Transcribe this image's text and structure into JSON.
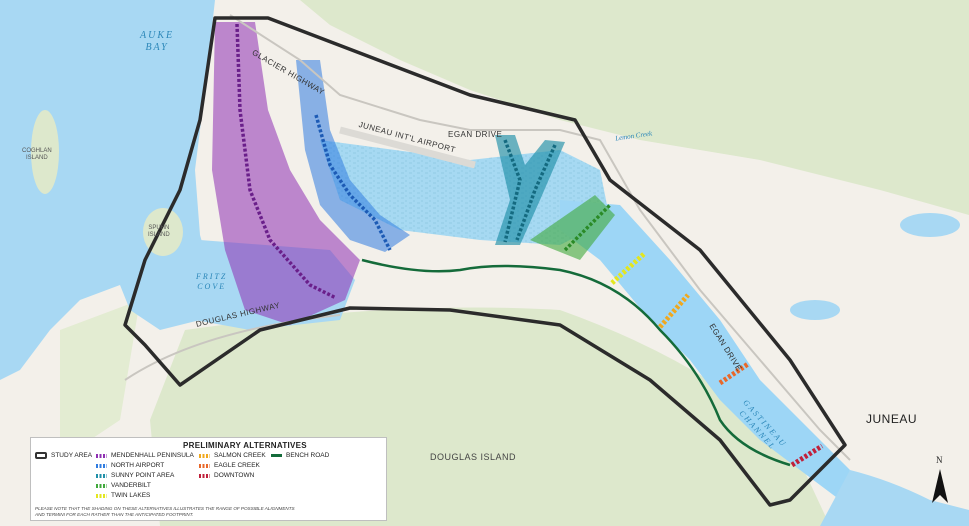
{
  "map": {
    "labels": {
      "auke_bay": "AUKE\nBAY",
      "coghlan_island": "COGHLAN\nISLAND",
      "spuhn_island": "SPUHN\nISLAND",
      "fritz_cove": "FRITZ\nCOVE",
      "glacier_highway": "GLACIER HIGHWAY",
      "juneau_airport": "JUNEAU INT'L AIRPORT",
      "egan_drive_top": "EGAN DRIVE",
      "egan_drive_side": "EGAN DRIVE",
      "lemon_creek": "Lemon Creek",
      "douglas_highway": "DOUGLAS HIGHWAY",
      "douglas_island": "DOUGLAS ISLAND",
      "gastineau_channel": "GASTINEAU\nCHANNEL",
      "juneau": "JUNEAU"
    },
    "legend": {
      "title": "PRELIMINARY ALTERNATIVES",
      "study_area": "STUDY AREA",
      "bench_road": "BENCH ROAD",
      "alternatives": [
        {
          "label": "MENDENHALL PENINSULA",
          "color": "#8e2fb2"
        },
        {
          "label": "NORTH AIRPORT",
          "color": "#2f7be0"
        },
        {
          "label": "SUNNY POINT AREA",
          "color": "#1f8fa8"
        },
        {
          "label": "VANDERBILT",
          "color": "#3fa83a"
        },
        {
          "label": "TWIN LAKES",
          "color": "#e3e61e"
        },
        {
          "label": "SALMON CREEK",
          "color": "#f0a81e"
        },
        {
          "label": "EAGLE CREEK",
          "color": "#e8682a"
        },
        {
          "label": "DOWNTOWN",
          "color": "#c0203a"
        }
      ],
      "note": "PLEASE NOTE THAT THE SHADING ON THESE ALTERNATIVES ILLUSTRATES THE RANGE OF POSSIBLE ALIGNMENTS\nAND TERMINI FOR EACH RATHER THAN THE ANTICIPATED FOOTPRINT."
    },
    "north_label": "N",
    "colors": {
      "water": "#a8d8f3",
      "channel": "#9dd6f6",
      "land": "#f3f0ea",
      "forest": "#dde8cc",
      "study_area": "#2b2b2b",
      "bench_road": "#146b3a"
    }
  }
}
